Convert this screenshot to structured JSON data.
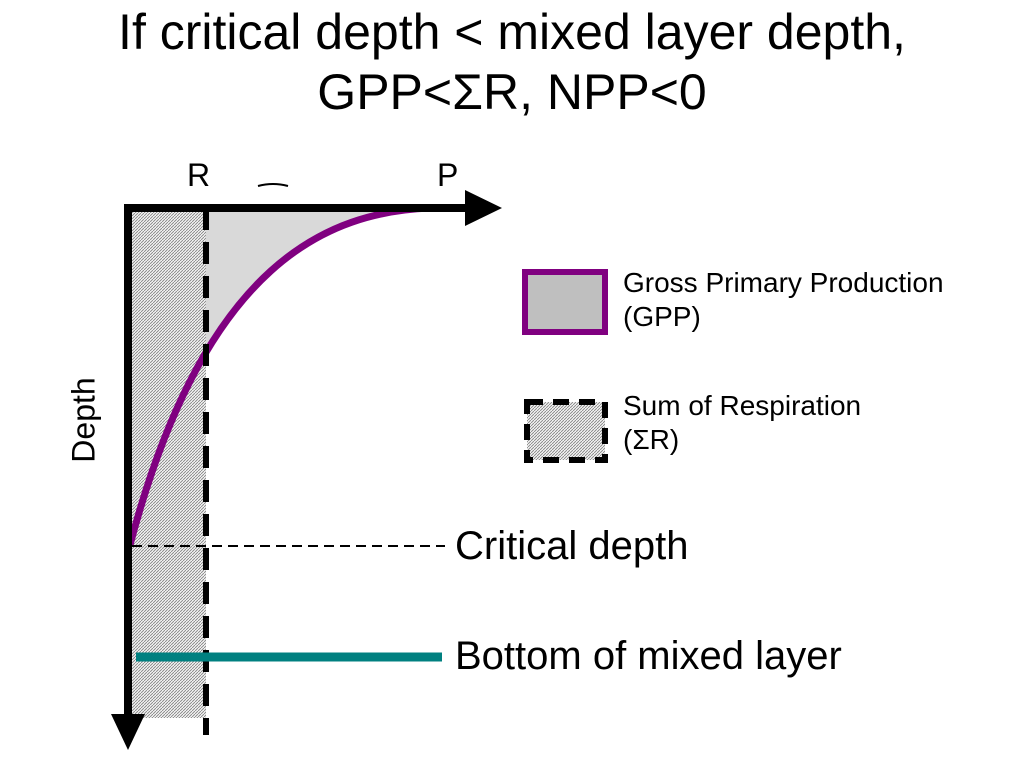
{
  "title": {
    "line1": "If critical depth < mixed layer depth,",
    "line2": "GPP<ΣR, NPP<0"
  },
  "axes": {
    "top_left_label": "R",
    "top_right_label": "P",
    "vertical_label": "Depth"
  },
  "legend": {
    "gpp": {
      "line1": "Gross Primary Production",
      "line2": "(GPP)",
      "border_color": "#800080",
      "fill_color": "#bfbfbf"
    },
    "respiration": {
      "line1": "Sum of Respiration",
      "line2": "(ΣR)",
      "border_color": "#000000"
    }
  },
  "annotations": {
    "critical_depth": "Critical depth",
    "bottom_mixed_layer": "Bottom of mixed layer"
  },
  "colors": {
    "gpp_curve": "#800080",
    "gpp_fill": "#d9d9d9",
    "mixed_layer_line": "#008080",
    "axis": "#000000"
  }
}
